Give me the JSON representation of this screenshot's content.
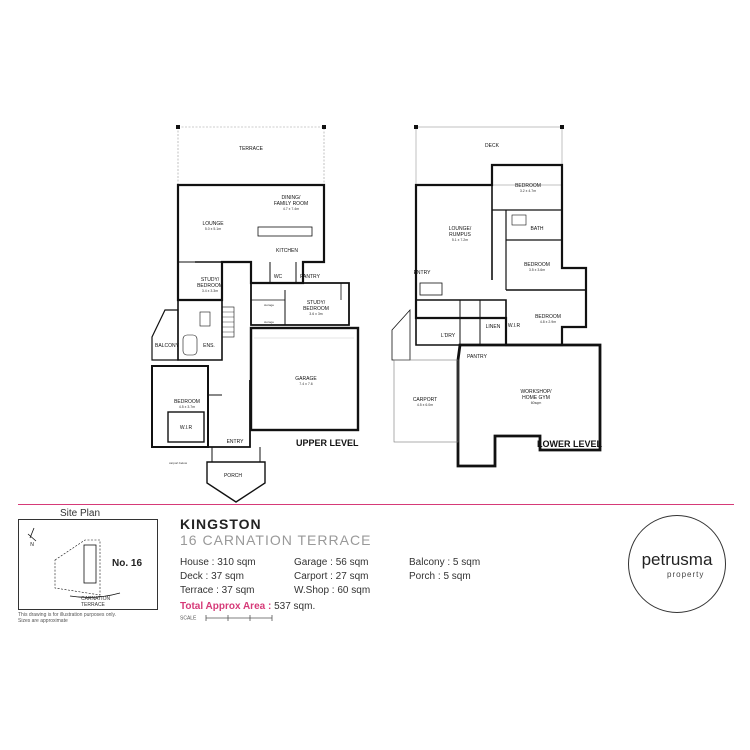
{
  "upper_level": {
    "label": "UPPER LEVEL",
    "rooms": {
      "terrace": "TERRACE",
      "dining": "DINING/",
      "dining2": "FAMILY ROOM",
      "dining_dim": "4.7 x 7.4m",
      "lounge": "LOUNGE",
      "lounge_dim": "5.0 x 5.1m",
      "kitchen": "KITCHEN",
      "study": "STUDY/",
      "study2": "BEDROOM",
      "study_dim": "3.4 x 3.3m",
      "wc": "WC",
      "pantry": "PANTRY",
      "storage1": "storage",
      "storage2": "storage",
      "study_b": "STUDY/",
      "study_b2": "BEDROOM",
      "study_b_dim": "3.6 x 3m",
      "balcony": "BALCONY",
      "ens": "ENS.",
      "bedroom": "BEDROOM",
      "bedroom_dim": "4.5 x 3.7m",
      "wir": "W.I.R",
      "garage": "GARAGE",
      "garage_dim": "7.4 x 7.6",
      "entry": "ENTRY",
      "porch": "PORCH",
      "carport_below": "carport below"
    }
  },
  "lower_level": {
    "label": "LOWER LEVEL",
    "rooms": {
      "deck": "DECK",
      "bedroom1": "BEDROOM",
      "bedroom1_dim": "3.2 x 4.7m",
      "lounge": "LOUNGE/",
      "lounge2": "RUMPUS",
      "lounge_dim": "5.1 x 7.2m",
      "bath": "BATH",
      "bedroom2": "BEDROOM",
      "bedroom2_dim": "3.5 x 3.6m",
      "entry": "ENTRY",
      "bedroom3": "BEDROOM",
      "bedroom3_dim": "4.8 x 2.9m",
      "ldry": "L'DRY",
      "linen": "LINEN",
      "wir": "W.I.R",
      "pantry": "PANTRY",
      "carport": "CARPORT",
      "carport_dim": "4.5 x 6.0m",
      "workshop": "WORKSHOP/",
      "workshop2": "HOME GYM",
      "workshop_dim": "60sqm"
    }
  },
  "site_plan": {
    "title": "Site Plan",
    "lot": "No. 16",
    "street": "CARNATION",
    "street2": "TERRACE",
    "north": "N"
  },
  "property": {
    "name": "KINGSTON",
    "address": "16 CARNATION TERRACE"
  },
  "areas": {
    "house": "House : 310 sqm",
    "deck": "Deck : 37 sqm",
    "terrace": "Terrace : 37 sqm",
    "garage": "Garage : 56 sqm",
    "carport": "Carport : 27 sqm",
    "wshop": "W.Shop : 60 sqm",
    "balcony": "Balcony : 5 sqm",
    "porch": "Porch : 5 sqm",
    "total_label": "Total Approx Area :",
    "total_value": "537 sqm."
  },
  "disclaimer": {
    "line1": "This drawing is for illustration purposes only.",
    "line2": "Sizes are approximate"
  },
  "scale_label": "SCALE",
  "logo": {
    "main": "petrusma",
    "sub": "property"
  },
  "colors": {
    "accent": "#d63a78",
    "wall": "#111111"
  }
}
